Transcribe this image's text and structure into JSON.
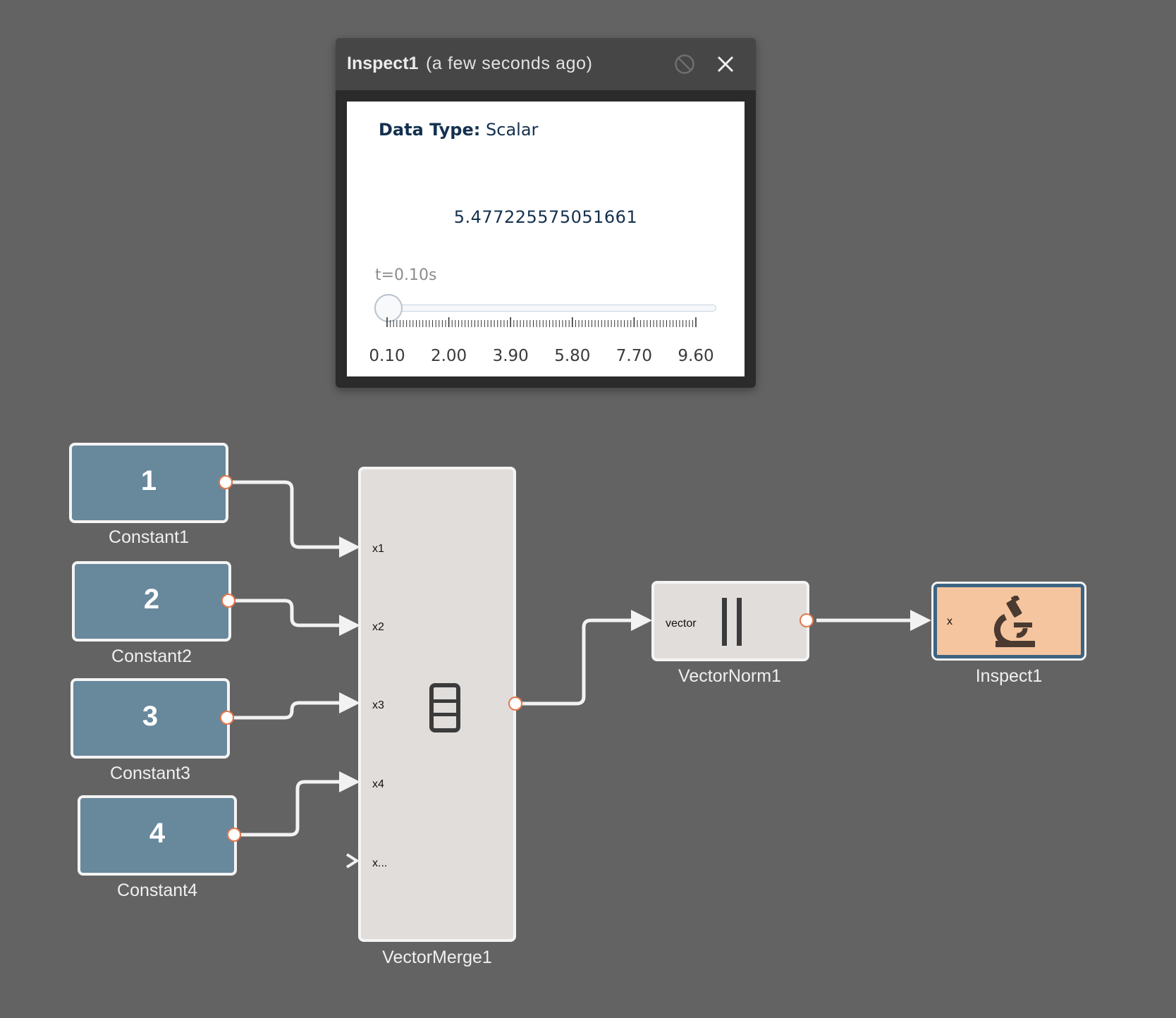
{
  "inspector": {
    "title": "Inspect1",
    "subtitle": "(a few seconds ago)",
    "data_type_label": "Data Type:",
    "data_type_value": "Scalar",
    "value": "5.477225575051661",
    "time_label": "t=0.10s",
    "slider": {
      "min": 0.1,
      "max": 9.6,
      "value": 0.1
    },
    "tick_labels": [
      "0.10",
      "2.00",
      "3.90",
      "5.80",
      "7.70",
      "9.60"
    ],
    "icons": {
      "pause": "disable-icon",
      "close": "close-icon"
    }
  },
  "nodes": {
    "constant1": {
      "value": "1",
      "name": "Constant1"
    },
    "constant2": {
      "value": "2",
      "name": "Constant2"
    },
    "constant3": {
      "value": "3",
      "name": "Constant3"
    },
    "constant4": {
      "value": "4",
      "name": "Constant4"
    },
    "vector_merge": {
      "name": "VectorMerge1",
      "ports": [
        "x1",
        "x2",
        "x3",
        "x4",
        "x..."
      ],
      "icon": "stacked-bars-icon"
    },
    "vector_norm": {
      "name": "VectorNorm1",
      "port": "vector",
      "icon": "norm-bars-icon"
    },
    "inspect": {
      "name": "Inspect1",
      "port": "x",
      "icon": "microscope-icon"
    }
  },
  "colors": {
    "canvas": "#636363",
    "constant_fill": "#68889c",
    "block_fill": "#e0dddb",
    "inspect_fill": "#f5c59f",
    "inspect_border": "#3d6382",
    "port_ring": "#e5784b",
    "text_dark": "#14304f"
  }
}
